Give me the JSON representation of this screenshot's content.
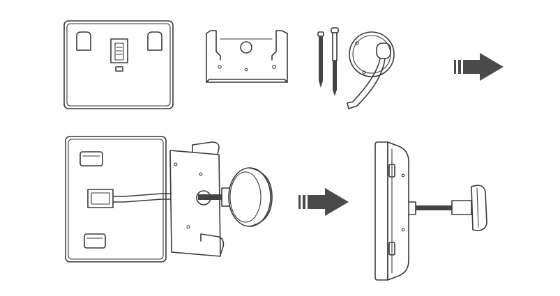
{
  "diagram": {
    "type": "installation-steps",
    "steps": [
      {
        "id": "parts",
        "components": [
          "monitor-back-panel",
          "mounting-plate",
          "screws",
          "door-viewer-camera"
        ]
      },
      {
        "id": "assembly",
        "components": [
          "monitor-back-panel",
          "mounting-plate",
          "connector-cable",
          "door-viewer-camera"
        ]
      },
      {
        "id": "installed",
        "components": [
          "monitor-side-view",
          "door-viewer-camera"
        ]
      }
    ],
    "arrows": [
      {
        "from": "parts",
        "to": "assembly",
        "icon": "right-arrow-icon"
      },
      {
        "from": "assembly",
        "to": "installed",
        "icon": "right-arrow-icon"
      }
    ],
    "colors": {
      "line": "#3a3a3a",
      "arrow": "#4a4a4a",
      "background": "#ffffff"
    }
  }
}
